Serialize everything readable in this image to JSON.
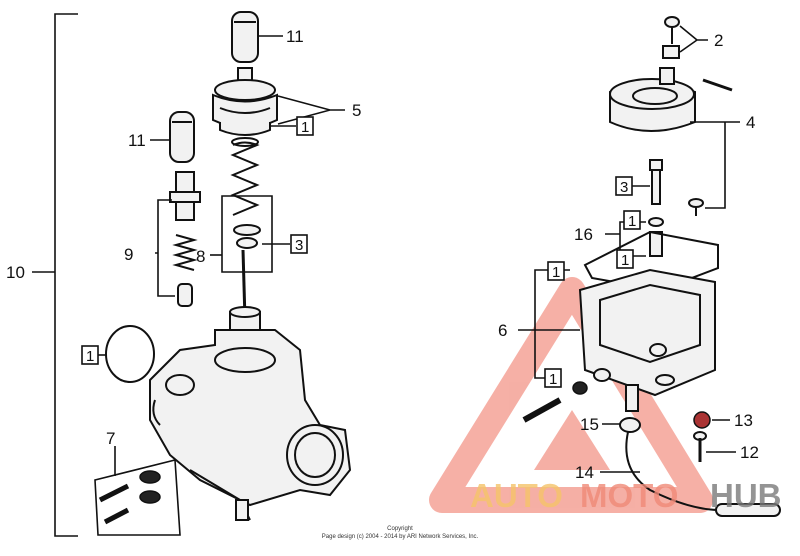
{
  "callouts": {
    "c1": "1",
    "c2": "2",
    "c3": "3",
    "c4": "4",
    "c5": "5",
    "c6": "6",
    "c7": "7",
    "c8": "8",
    "c9": "9",
    "c10": "10",
    "c11": "11",
    "c12": "12",
    "c13": "13",
    "c14": "14",
    "c15": "15",
    "c16": "16"
  },
  "watermark": {
    "brand_auto": "AUTO",
    "brand_moto": "MOTO",
    "brand_hub": "HUB",
    "color_gold": "#f5c46a",
    "color_red": "#f08a78",
    "color_gray": "#7a7a7a"
  },
  "copyright": {
    "line1": "Copyright",
    "line2": "Page design (c) 2004 - 2014 by ARI Network Services, Inc."
  }
}
